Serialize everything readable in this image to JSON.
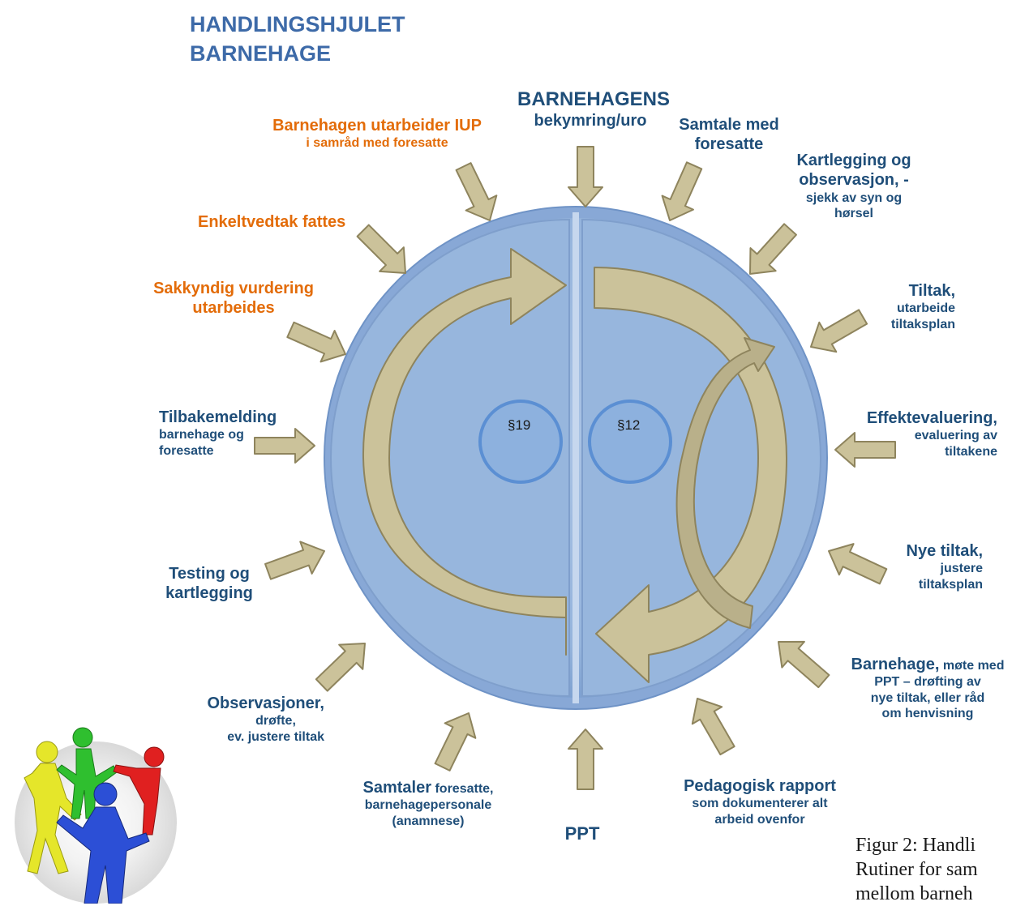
{
  "title": {
    "line1": "HANDLINGSHJULET",
    "line2": "BARNEHAGE"
  },
  "colors": {
    "wheel": "#94b3da",
    "wheel_edge": "#6f93c6",
    "arrow": "#cbc29a",
    "arrow_edge": "#8e845d",
    "label": "#1f4e79",
    "label_orange": "#e36c09"
  },
  "center": {
    "left_paragraph": "§19",
    "right_paragraph": "§12"
  },
  "steps": {
    "top": {
      "main": "BARNEHAGENS",
      "sub": "bekymring/uro"
    },
    "samtale": {
      "main": "Samtale med",
      "main2": "foresatte"
    },
    "kartlegging": {
      "main": "Kartlegging og",
      "main2": "observasjon, -",
      "sub": "sjekk av syn og",
      "sub2": "hørsel"
    },
    "tiltak": {
      "main": "Tiltak,",
      "sub": "utarbeide",
      "sub2": "tiltaksplan"
    },
    "effekt": {
      "main": "Effektevaluering,",
      "sub": "evaluering av",
      "sub2": "tiltakene"
    },
    "nye": {
      "main": "Nye tiltak,",
      "sub": "justere",
      "sub2": "tiltaksplan"
    },
    "mote": {
      "main": "Barnehage,",
      "main_rest": " møte med",
      "sub": "PPT – drøfting av",
      "sub2": "nye tiltak, eller råd",
      "sub3": "om henvisning"
    },
    "rapport": {
      "main": "Pedagogisk rapport",
      "sub": "som dokumenterer alt",
      "sub2": "arbeid ovenfor"
    },
    "ppt": {
      "main": "PPT"
    },
    "samtaler": {
      "main": "Samtaler",
      "main_rest": " foresatte,",
      "sub": "barnehagepersonale",
      "sub2": "(anamnese)"
    },
    "observasjoner": {
      "main": "Observasjoner,",
      "sub": "drøfte,",
      "sub2": "ev. justere tiltak"
    },
    "testing": {
      "main": "Testing og",
      "main2": "kartlegging"
    },
    "tilbakemelding": {
      "main": "Tilbakemelding",
      "sub": "barnehage og",
      "sub2": "foresatte"
    },
    "sakkyndig": {
      "main": "Sakkyndig vurdering",
      "main2": "utarbeides"
    },
    "enkeltvedtak": {
      "main": "Enkeltvedtak fattes"
    },
    "iup": {
      "main": "Barnehagen utarbeider IUP",
      "sub": "i samråd med foresatte"
    }
  },
  "caption": {
    "line1": "Figur 2: Handli",
    "line2": "Rutiner for sam",
    "line3": "mellom barneh"
  }
}
